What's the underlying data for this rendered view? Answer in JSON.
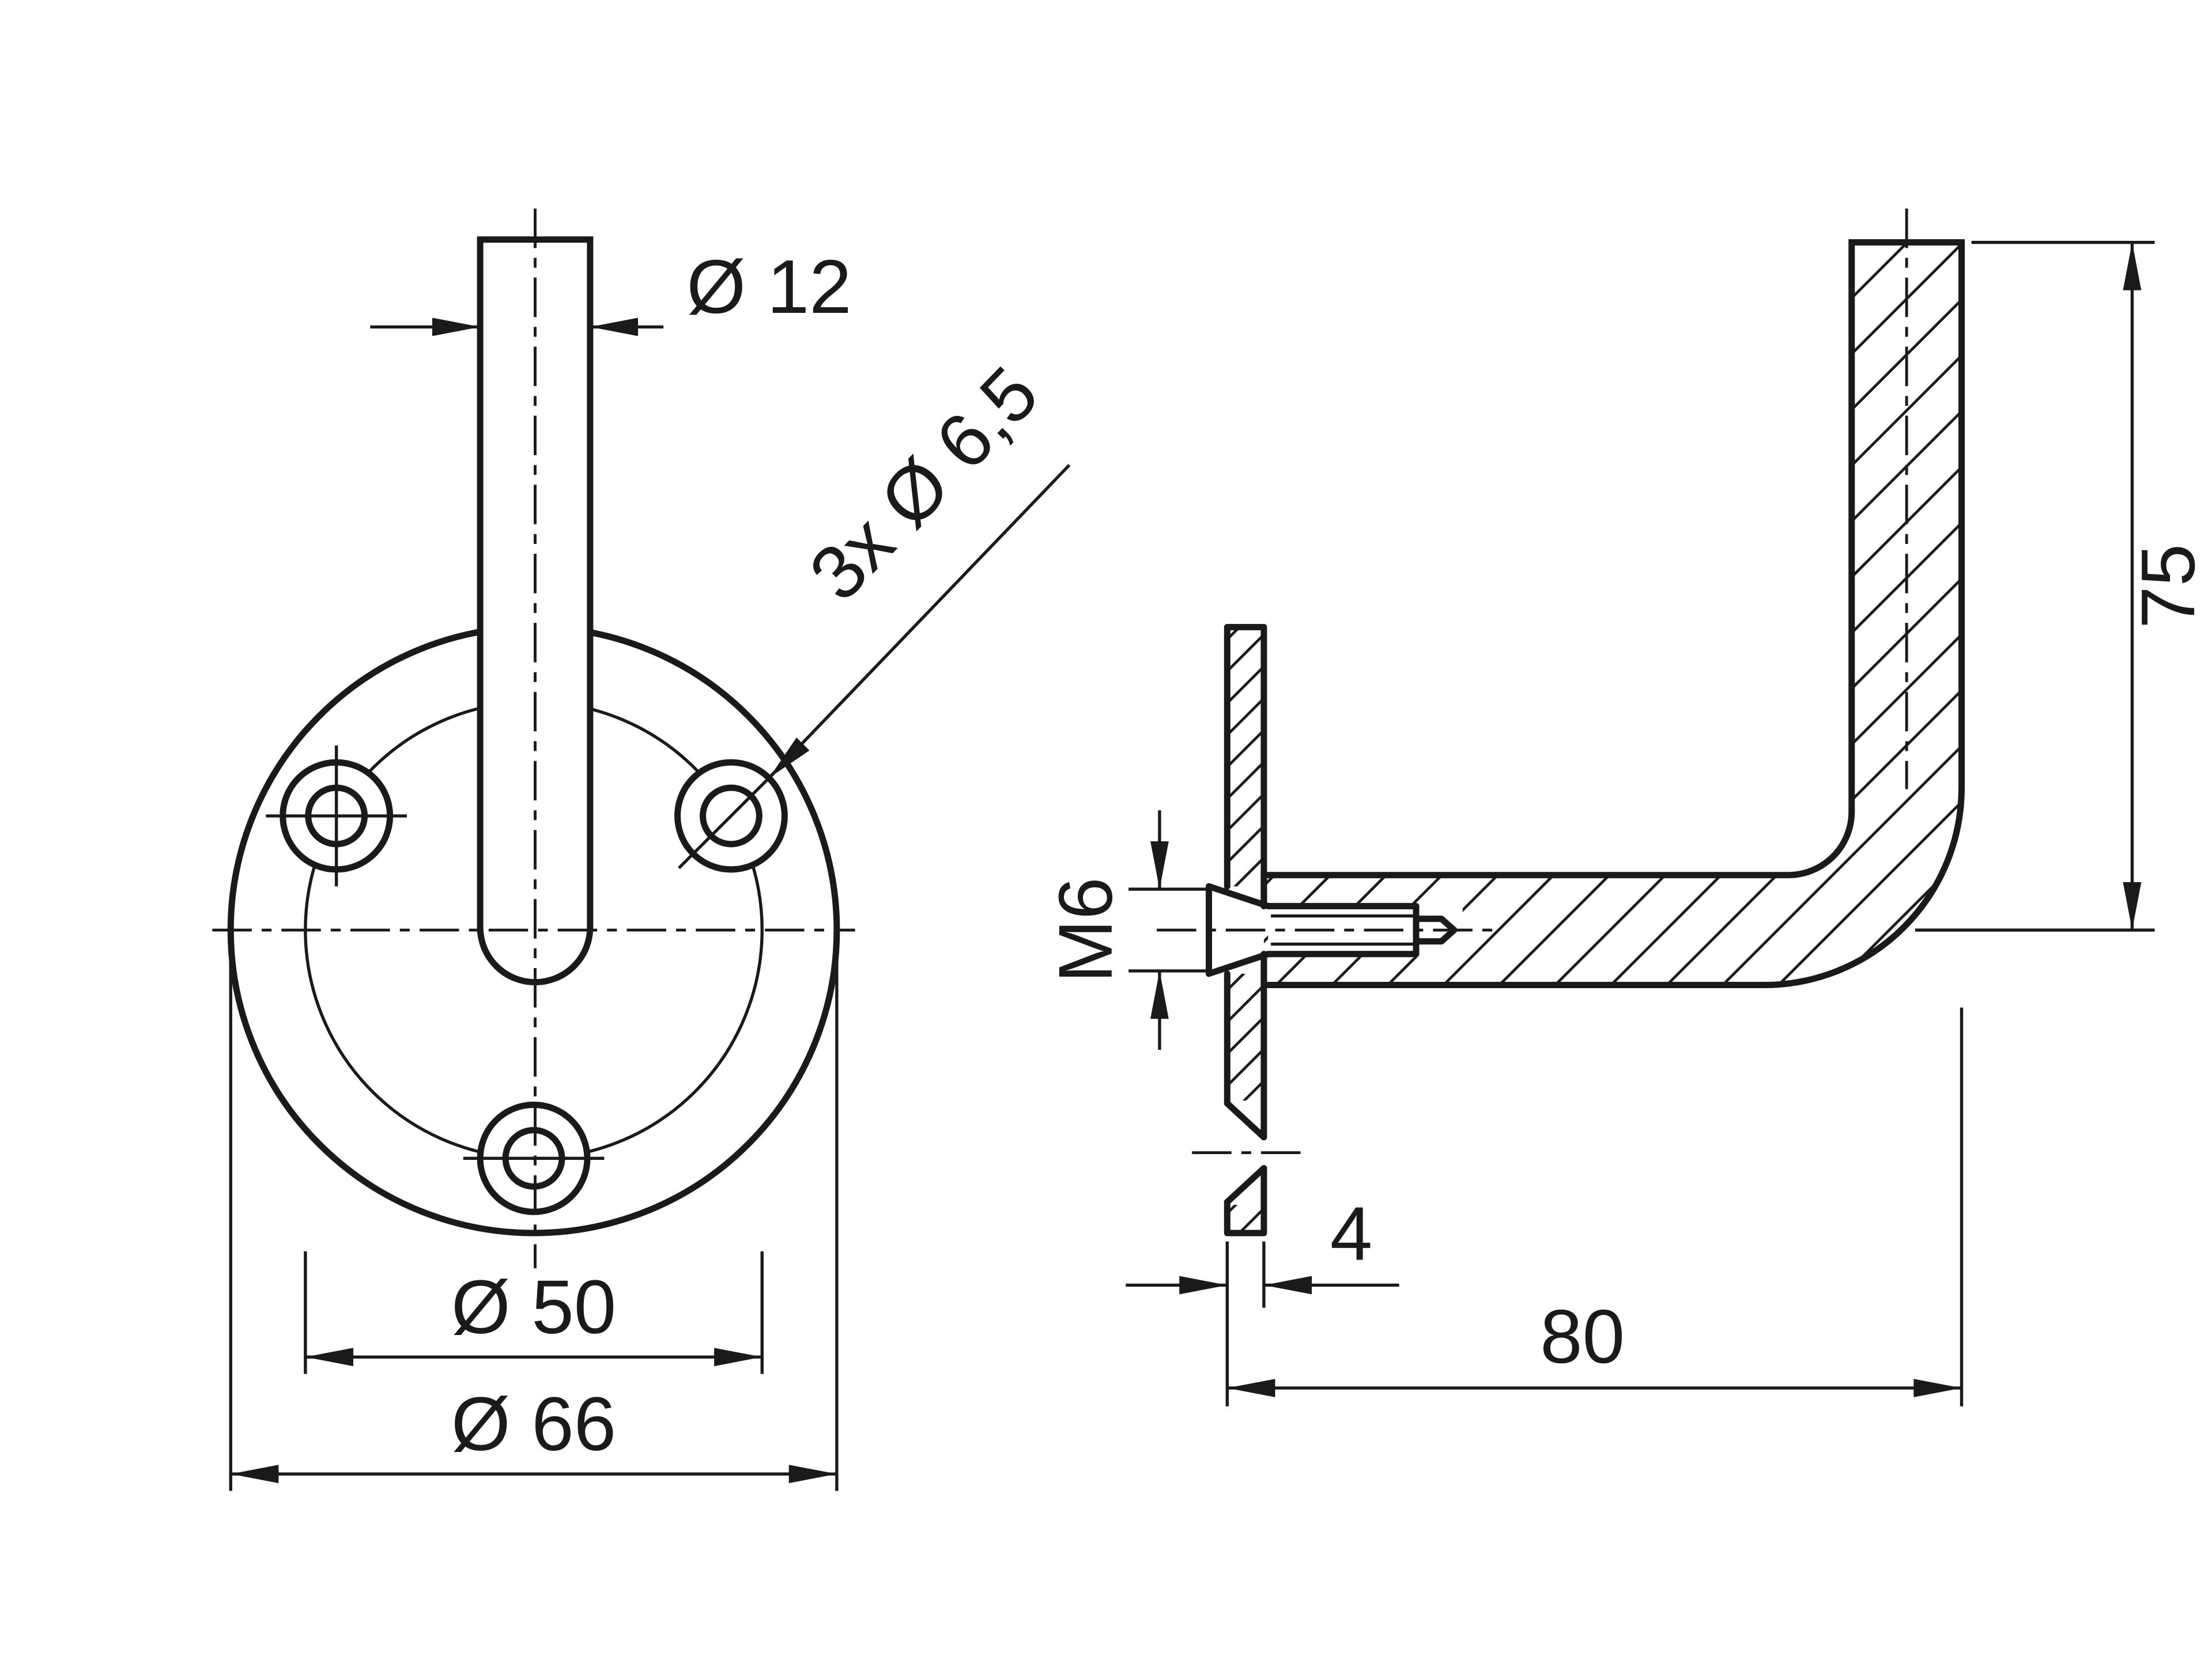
{
  "drawing": {
    "type": "technical-drawing",
    "part": "handrail-bracket",
    "colors": {
      "line": "#1a1a1a",
      "background": "#ffffff"
    },
    "front_view": {
      "dims": {
        "rod_diameter": "Ø 12",
        "holes": "3x Ø 6,5",
        "bolt_circle": "Ø 50",
        "flange_diameter": "Ø 66"
      }
    },
    "side_view": {
      "dims": {
        "thread": "M6",
        "height": "75",
        "plate_thickness": "4",
        "depth": "80"
      }
    }
  }
}
